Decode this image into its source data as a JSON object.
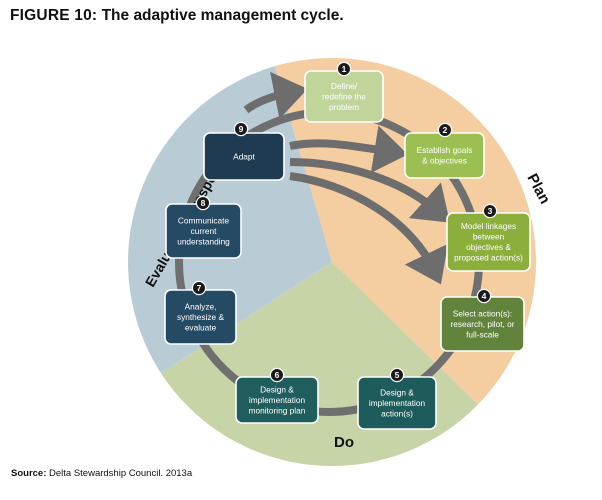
{
  "figure": {
    "label": "FIGURE 10:",
    "title": "The adaptive management cycle."
  },
  "phases": {
    "plan": "Plan",
    "do": "Do",
    "evaluate": "Evaluate and respond"
  },
  "colors": {
    "plan": "#f4cda0",
    "do": "#c6d4a7",
    "evaluate": "#b9ccd6",
    "ring_track": "#6f6f6f",
    "number_badge": "#1a1a1a",
    "step1": "#c0d59a",
    "step2": "#9cbf53",
    "step3": "#8bae3d",
    "step4": "#62833c",
    "step5": "#1d5c5b",
    "step6": "#1f5e5c",
    "step7": "#254a63",
    "step8": "#254a63",
    "step9": "#1f3b52"
  },
  "steps": [
    {
      "number": "1",
      "lines": [
        "Define/",
        "redefine the",
        "problem"
      ]
    },
    {
      "number": "2",
      "lines": [
        "Establish goals",
        "& objectives"
      ]
    },
    {
      "number": "3",
      "lines": [
        "Model linkages",
        "between",
        "objectives &",
        "proposed action(s)"
      ]
    },
    {
      "number": "4",
      "lines": [
        "Select action(s):",
        "research, pilot, or",
        "full-scale"
      ]
    },
    {
      "number": "5",
      "lines": [
        "Design &",
        "implementation",
        "action(s)"
      ]
    },
    {
      "number": "6",
      "lines": [
        "Design &",
        "implementation",
        "monitoring plan"
      ]
    },
    {
      "number": "7",
      "lines": [
        "Analyze,",
        "synthesize &",
        "evaluate"
      ]
    },
    {
      "number": "8",
      "lines": [
        "Communicate",
        "current",
        "understanding"
      ]
    },
    {
      "number": "9",
      "lines": [
        "Adapt"
      ]
    }
  ],
  "source": {
    "label": "Source:",
    "text": "Delta Stewardship Council. 2013a"
  }
}
